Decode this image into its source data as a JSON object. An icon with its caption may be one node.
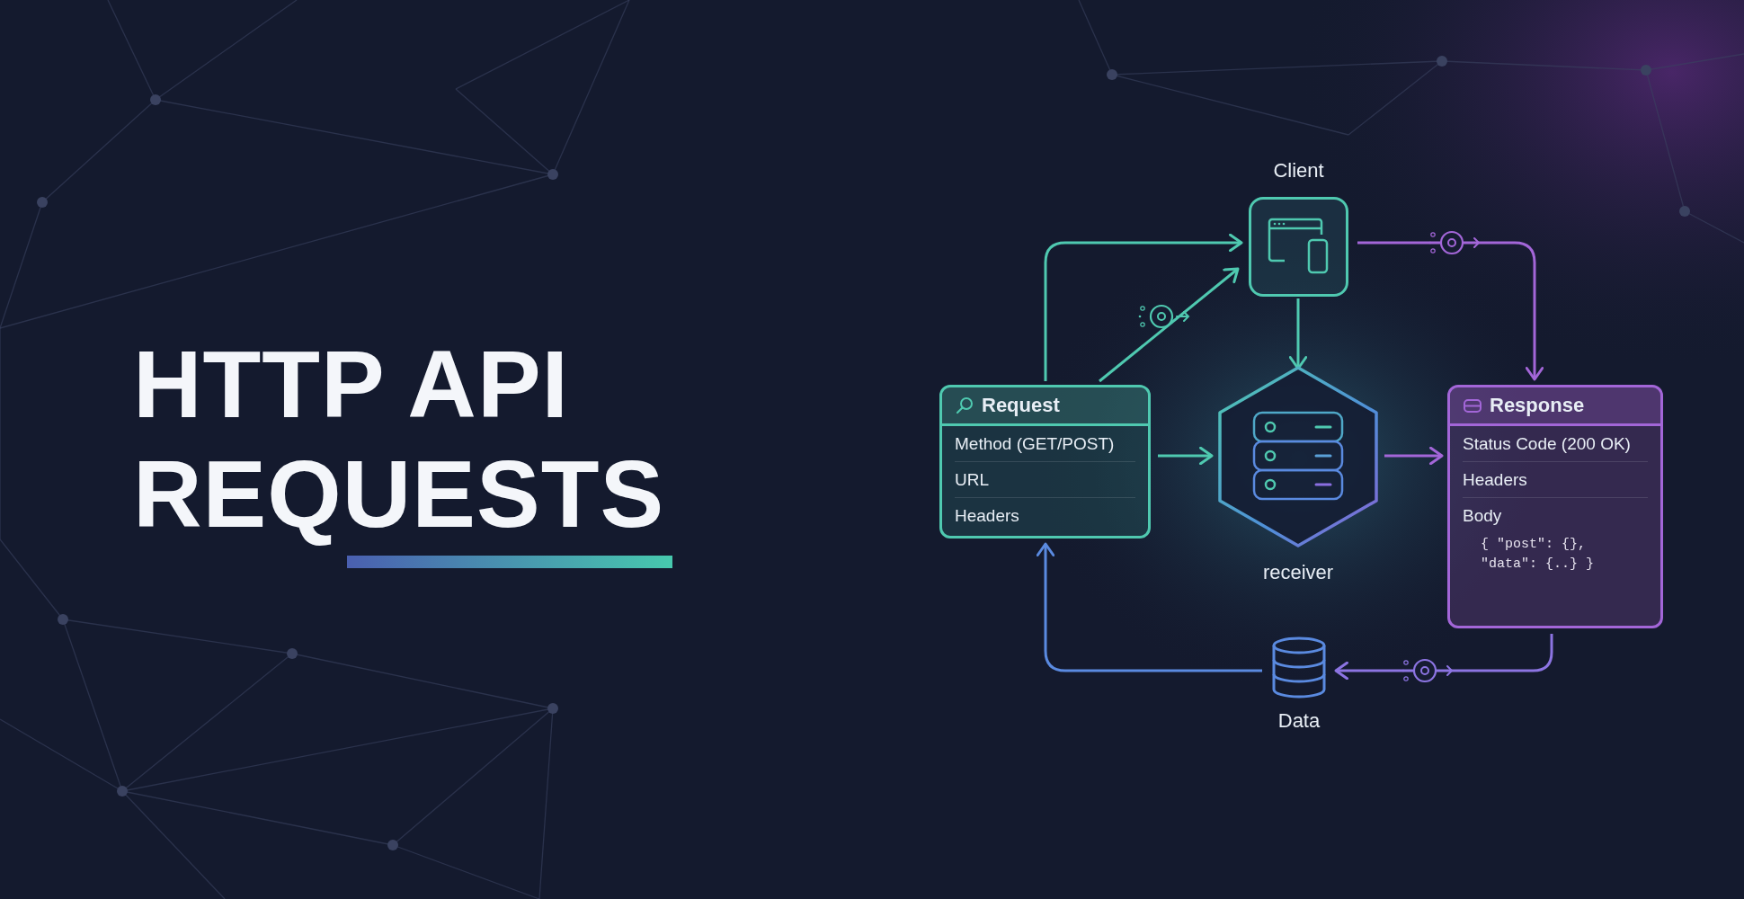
{
  "diagram": {
    "title": "HTTP API REQUESTS",
    "nodes": [
      {
        "text": [
          "Client"
        ]
      },
      {
        "text": [
          "Request",
          "Method (GET/POST)",
          "URL",
          "Headers"
        ]
      },
      {
        "text": [
          "receiver"
        ]
      },
      {
        "text": [
          "Response",
          "Status Code (200 OK)",
          "Headers",
          "Body",
          "{ \"post\": {}, \"data\": {..} }"
        ]
      },
      {
        "text": [
          "Data"
        ]
      }
    ],
    "edges": [
      {
        "from": 1,
        "to": 0,
        "arrow": "to"
      },
      {
        "from": 1,
        "to": 0,
        "arrow": "to"
      },
      {
        "from": 0,
        "to": 2,
        "arrow": "to"
      },
      {
        "from": 1,
        "to": 2,
        "arrow": "to"
      },
      {
        "from": 2,
        "to": 3,
        "arrow": "to",
        "color": "#a366d8"
      },
      {
        "from": 0,
        "to": 3,
        "arrow": "to",
        "color": "#a366d8"
      },
      {
        "from": 3,
        "to": 4,
        "arrow": "to",
        "color": "#8c74e2"
      },
      {
        "from": 4,
        "to": 1,
        "arrow": "to",
        "color": "#5a8ae0"
      }
    ]
  }
}
